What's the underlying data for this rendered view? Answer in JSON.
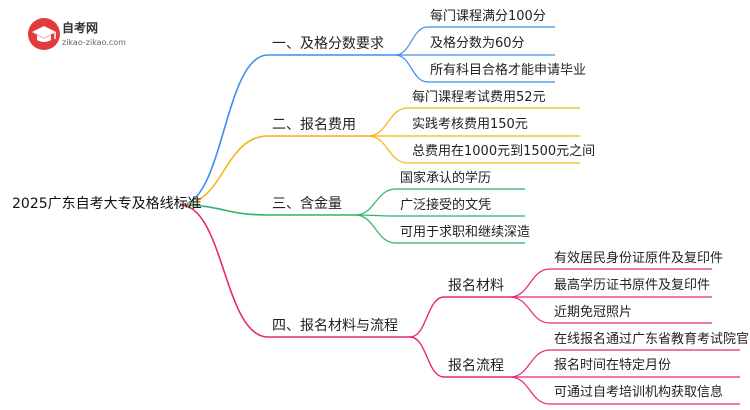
{
  "logo": {
    "name": "自考网",
    "url": "zikao-zikao.com"
  },
  "mindmap": {
    "root": "2025广东自考大专及格线标准",
    "branches": [
      {
        "label": "一、及格分数要求",
        "color": "#3b8ef0",
        "leaves": [
          "每门课程满分100分",
          "及格分数为60分",
          "所有科目合格才能申请毕业"
        ]
      },
      {
        "label": "二、报名费用",
        "color": "#f5b416",
        "leaves": [
          "每门课程考试费用52元",
          "实践考核费用150元",
          "总费用在1000元到1500元之间"
        ]
      },
      {
        "label": "三、含金量",
        "color": "#2cb56a",
        "leaves": [
          "国家承认的学历",
          "广泛接受的文凭",
          "可用于求职和继续深造"
        ]
      },
      {
        "label": "四、报名材料与流程",
        "color": "#e8267a",
        "groups": [
          {
            "label": "报名材料",
            "leaves": [
              "有效居民身份证原件及复印件",
              "最高学历证书原件及复印件",
              "近期免冠照片"
            ]
          },
          {
            "label": "报名流程",
            "leaves": [
              "在线报名通过广东省教育考试院官网",
              "报名时间在特定月份",
              "可通过自考培训机构获取信息"
            ]
          }
        ]
      }
    ]
  }
}
